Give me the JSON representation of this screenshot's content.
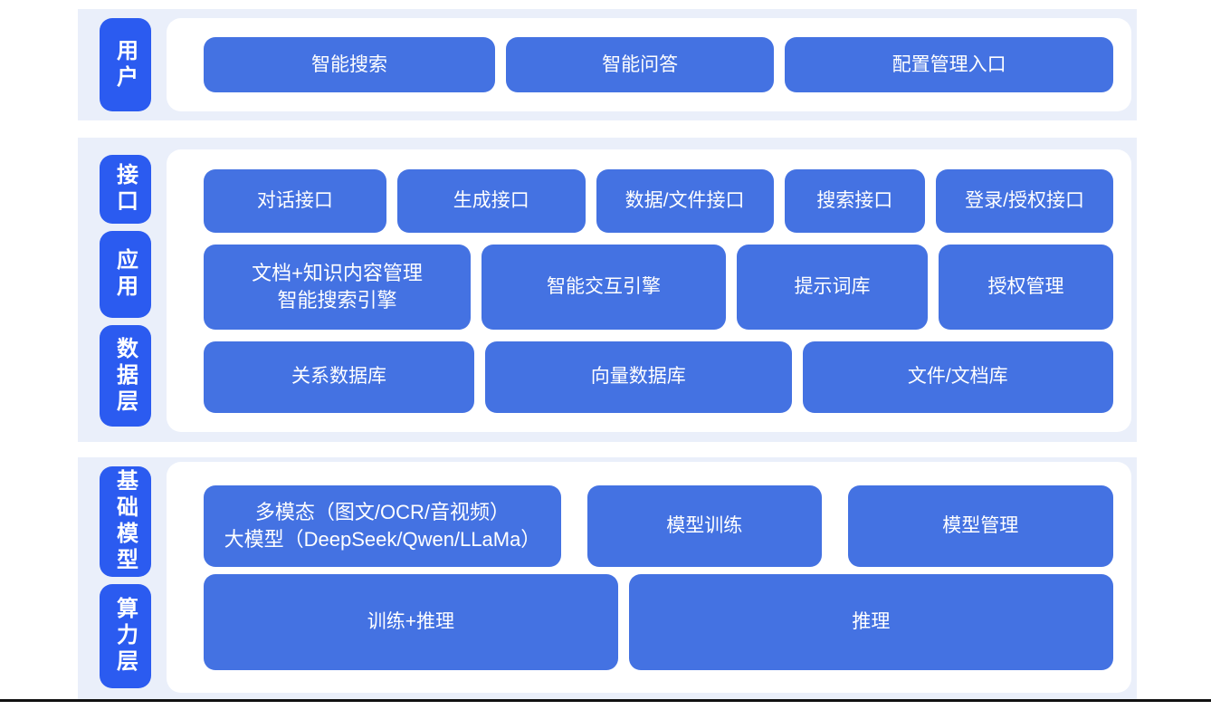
{
  "colors": {
    "band_background": "#eaeffa",
    "panel_background": "#ffffff",
    "box_blue": "#4472e2",
    "pill_blue": "#2b5bf0",
    "text": "#ffffff",
    "bottom_line": "#111111"
  },
  "sections": [
    {
      "pills": [
        {
          "text": "用户"
        }
      ],
      "rows": [
        {
          "boxes": [
            {
              "l1": "智能搜索"
            },
            {
              "l1": "智能问答"
            },
            {
              "l1": "配置管理入口"
            }
          ]
        }
      ]
    },
    {
      "pills": [
        {
          "text": "接口"
        },
        {
          "text": "应用"
        },
        {
          "text": "数据层"
        }
      ],
      "rows": [
        {
          "boxes": [
            {
              "l1": "对话接口"
            },
            {
              "l1": "生成接口"
            },
            {
              "l1": "数据/文件接口"
            },
            {
              "l1": "搜索接口"
            },
            {
              "l1": "登录/授权接口"
            }
          ]
        },
        {
          "boxes": [
            {
              "l1": "文档+知识内容管理",
              "l2": "智能搜索引擎"
            },
            {
              "l1": "智能交互引擎"
            },
            {
              "l1": "提示词库"
            },
            {
              "l1": "授权管理"
            }
          ]
        },
        {
          "boxes": [
            {
              "l1": "关系数据库"
            },
            {
              "l1": "向量数据库"
            },
            {
              "l1": "文件/文档库"
            }
          ]
        }
      ]
    },
    {
      "pills": [
        {
          "text": "基础模型"
        },
        {
          "text": "算力层"
        }
      ],
      "rows": [
        {
          "boxes": [
            {
              "l1": "多模态（图文/OCR/音视频）",
              "l2": "大模型（DeepSeek/Qwen/LLaMa）"
            },
            {
              "l1": "模型训练"
            },
            {
              "l1": "模型管理"
            }
          ]
        },
        {
          "boxes": [
            {
              "l1": "训练+推理"
            },
            {
              "l1": "推理"
            }
          ]
        }
      ]
    }
  ]
}
